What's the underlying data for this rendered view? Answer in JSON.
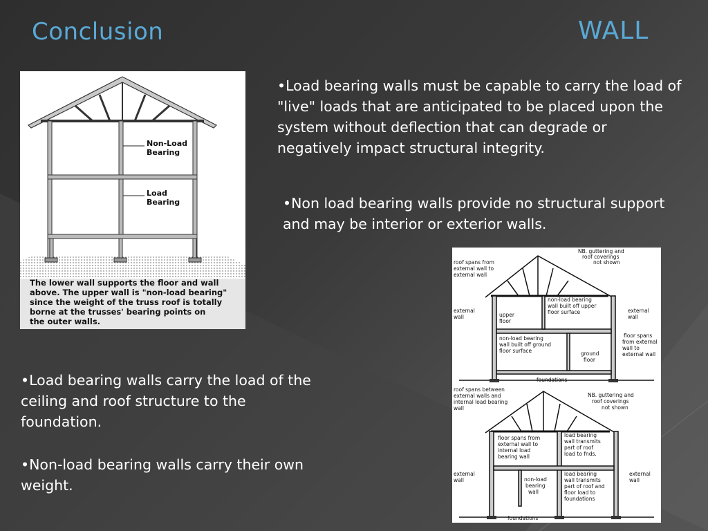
{
  "slide": {
    "title": "Conclusion",
    "subtitle": "WALL"
  },
  "paragraphs": [
    "•Load bearing walls must be capable to carry the load of \"live\" loads that are anticipated to be placed upon the system without deflection that can degrade or negatively impact structural integrity.",
    "•Non load bearing walls provide no structural support and may be interior or exterior walls.",
    "•Load bearing walls carry the load of the ceiling and roof structure to the foundation.",
    "•Non-load bearing walls carry their own weight."
  ],
  "figure1": {
    "label_nonload_1": "Non-Load",
    "label_nonload_2": "Bearing",
    "label_load_1": "Load",
    "label_load_2": "Bearing",
    "caption": [
      "The lower wall supports the floor and wall",
      "above. The upper wall is \"non-load bearing\"",
      "since the weight of the truss roof is totally",
      "borne at the trusses' bearing points on",
      "the outer walls."
    ]
  },
  "figure2": {
    "top": {
      "nb_1": "NB. guttering and",
      "nb_2": "roof coverings",
      "nb_3": "not shown",
      "roof_1": "roof spans from",
      "roof_2": "external wall to",
      "roof_3": "external wall",
      "nonload_1": "non-load bearing",
      "nonload_2": "wall built off upper",
      "nonload_3": "floor surface",
      "ext_left_1": "external",
      "ext_left_2": "wall",
      "ext_right_1": "external",
      "ext_right_2": "wall",
      "upper_1": "upper",
      "upper_2": "floor",
      "nonload_g_1": "non-load bearing",
      "nonload_g_2": "wall built off ground",
      "nonload_g_3": "floor surface",
      "ground_1": "ground",
      "ground_2": "floor",
      "floorspans_1": "floor spans",
      "floorspans_2": "from external",
      "floorspans_3": "wall to",
      "floorspans_4": "external wall",
      "foundations": "foundations"
    },
    "bottom": {
      "roof_1": "roof spans between",
      "roof_2": "external walls and",
      "roof_3": "internal load bearing",
      "roof_4": "wall",
      "nb_1": "NB. guttering and",
      "nb_2": "roof coverings",
      "nb_3": "not shown",
      "fs_1": "floor spans from",
      "fs_2": "external wall to",
      "fs_3": "internal load",
      "fs_4": "bearing wall",
      "lb_1": "load bearing",
      "lb_2": "wall transmits",
      "lb_3": "part of roof",
      "lb_4": "load to fnds.",
      "ext_left_1": "external",
      "ext_left_2": "wall",
      "ext_right_1": "external",
      "ext_right_2": "wall",
      "nl_1": "non-load",
      "nl_2": "bearing",
      "nl_3": "wall",
      "lb2_1": "load bearing",
      "lb2_2": "wall transmits",
      "lb2_3": "part of roof and",
      "lb2_4": "floor load to",
      "lb2_5": "foundations",
      "foundations": "foundations"
    }
  }
}
